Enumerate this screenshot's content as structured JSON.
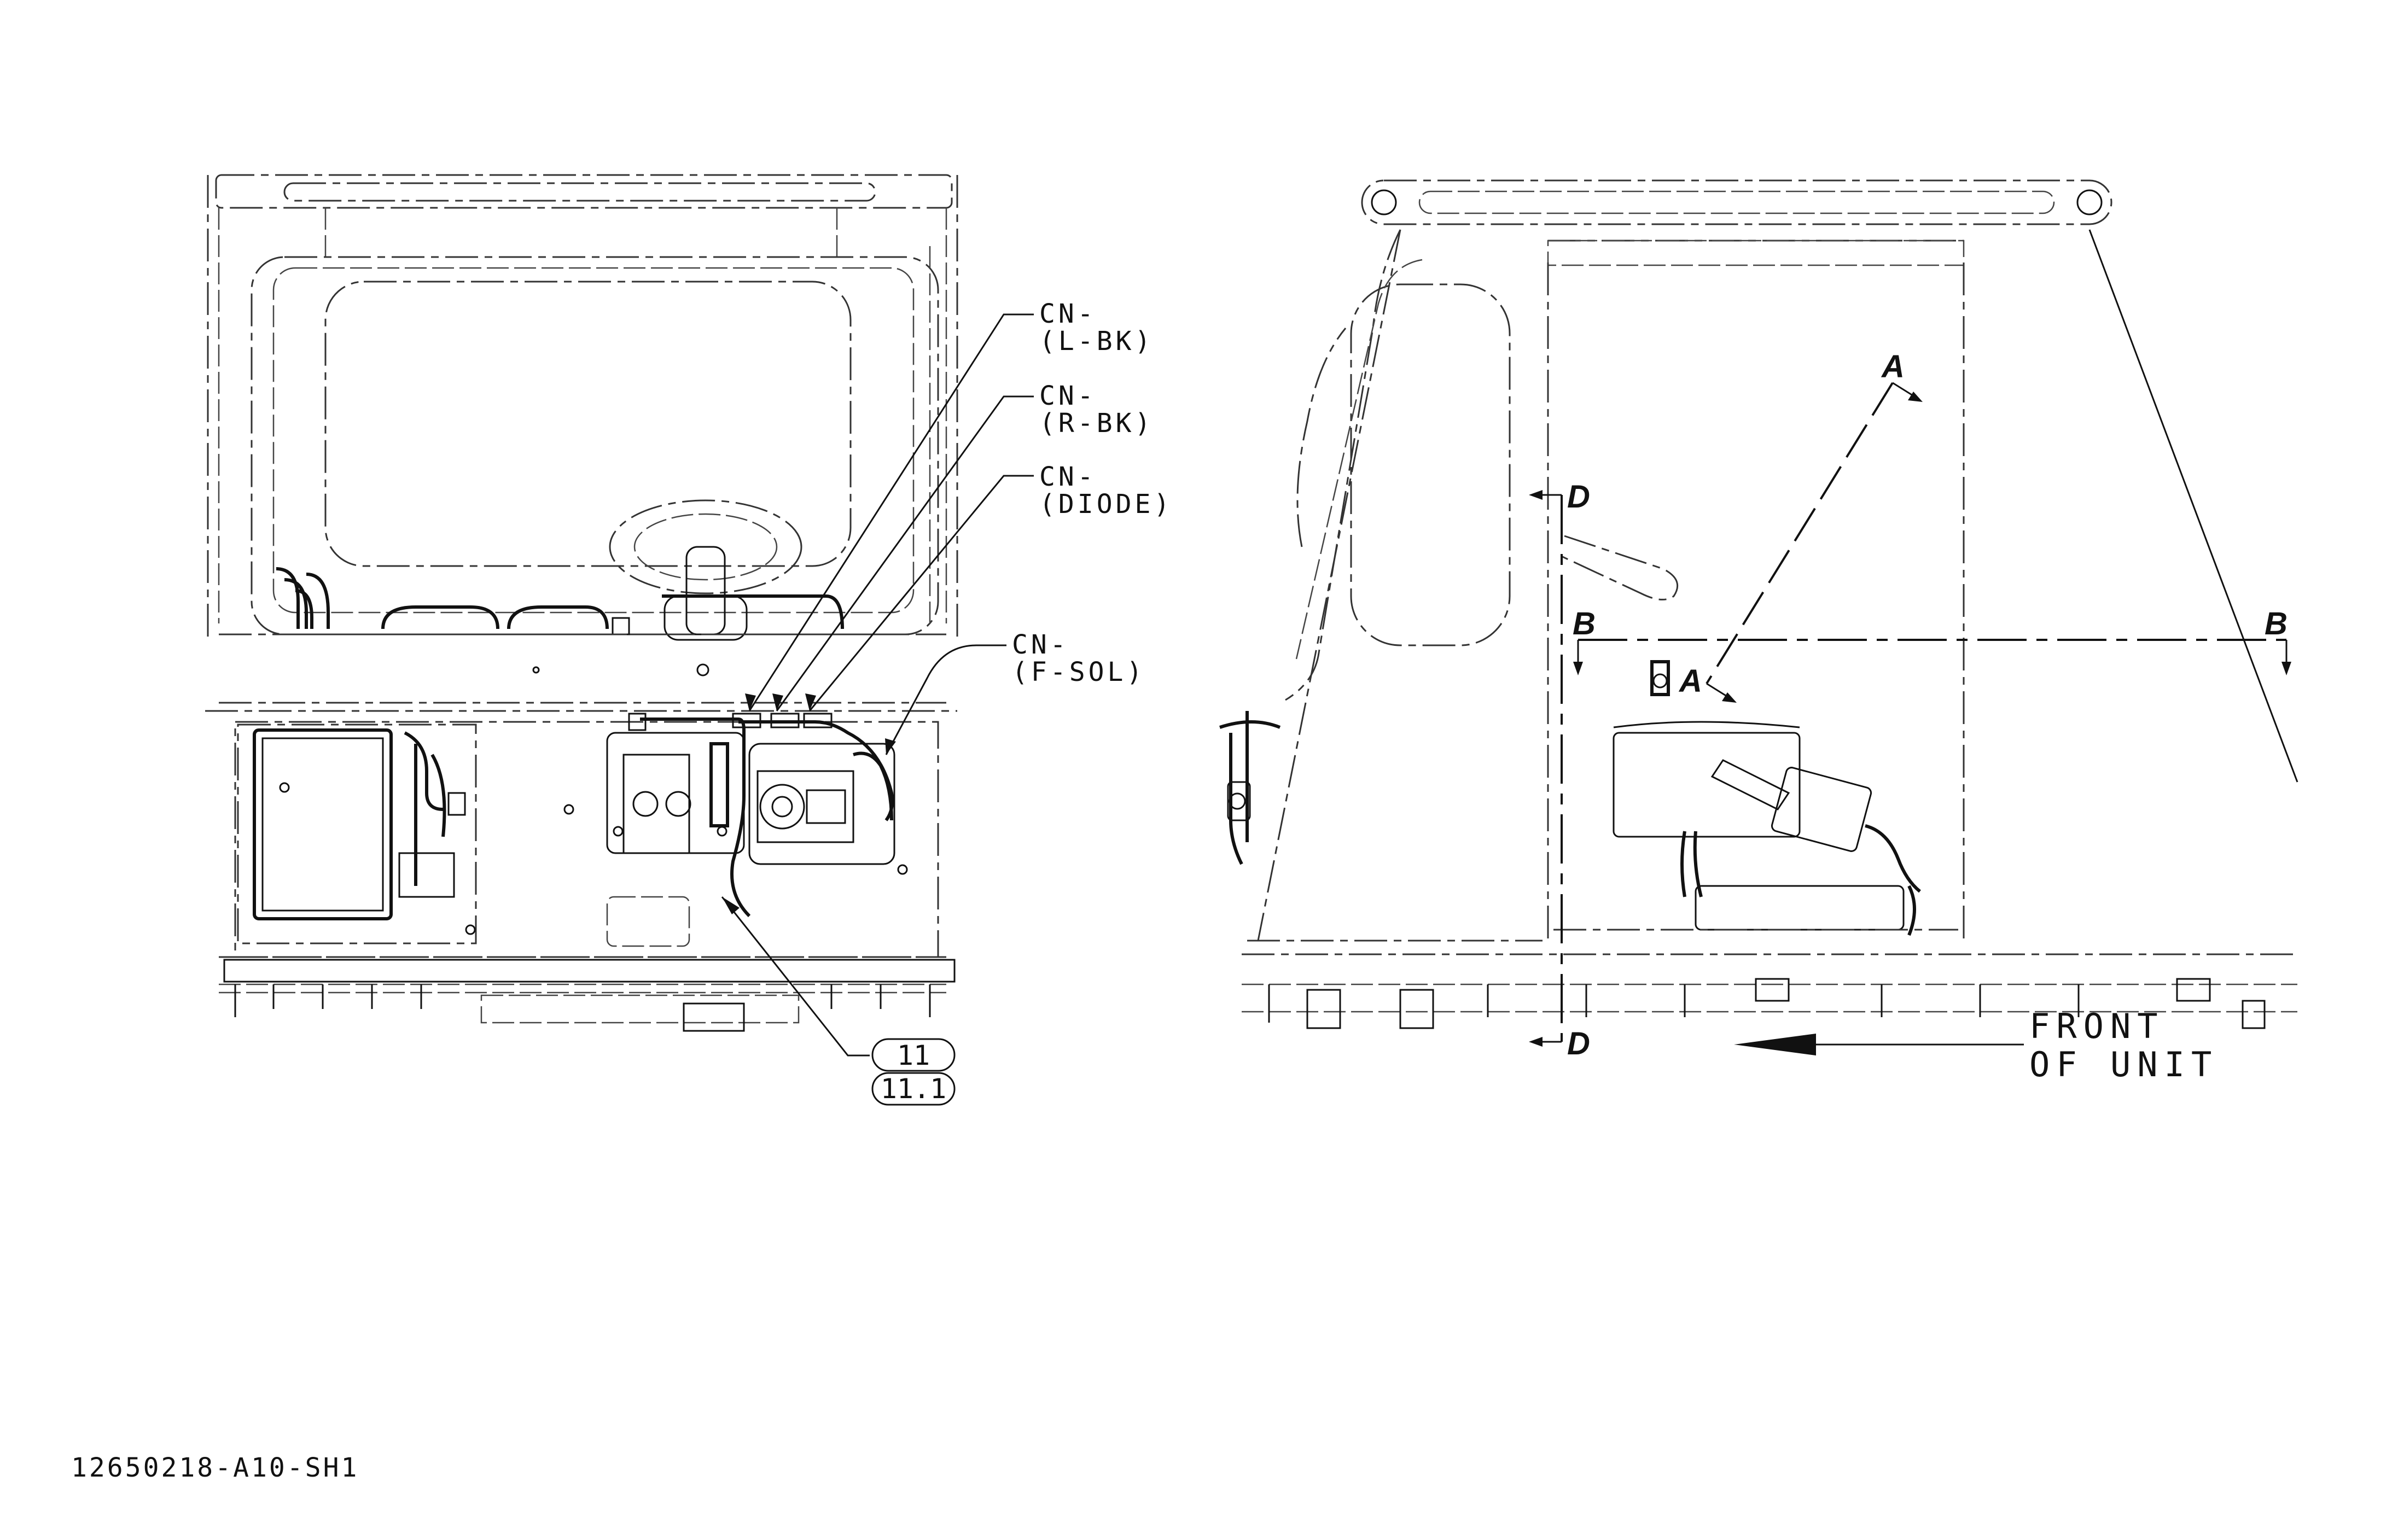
{
  "drawing_number": "12650218-A10-SH1",
  "connector_callouts": [
    {
      "line1": "CN-",
      "line2": "(L-BK)"
    },
    {
      "line1": "CN-",
      "line2": "(R-BK)"
    },
    {
      "line1": "CN-",
      "line2": "(DIODE)"
    },
    {
      "line1": "CN-",
      "line2": "(F-SOL)"
    }
  ],
  "item_bubbles": [
    "11",
    "11.1"
  ],
  "section_markers": {
    "a_top": "A",
    "a_bottom": "A",
    "b_left": "B",
    "b_right": "B",
    "d_top": "D",
    "d_bottom": "D"
  },
  "front_note": {
    "line1": "FRONT",
    "line2": "OF UNIT"
  }
}
